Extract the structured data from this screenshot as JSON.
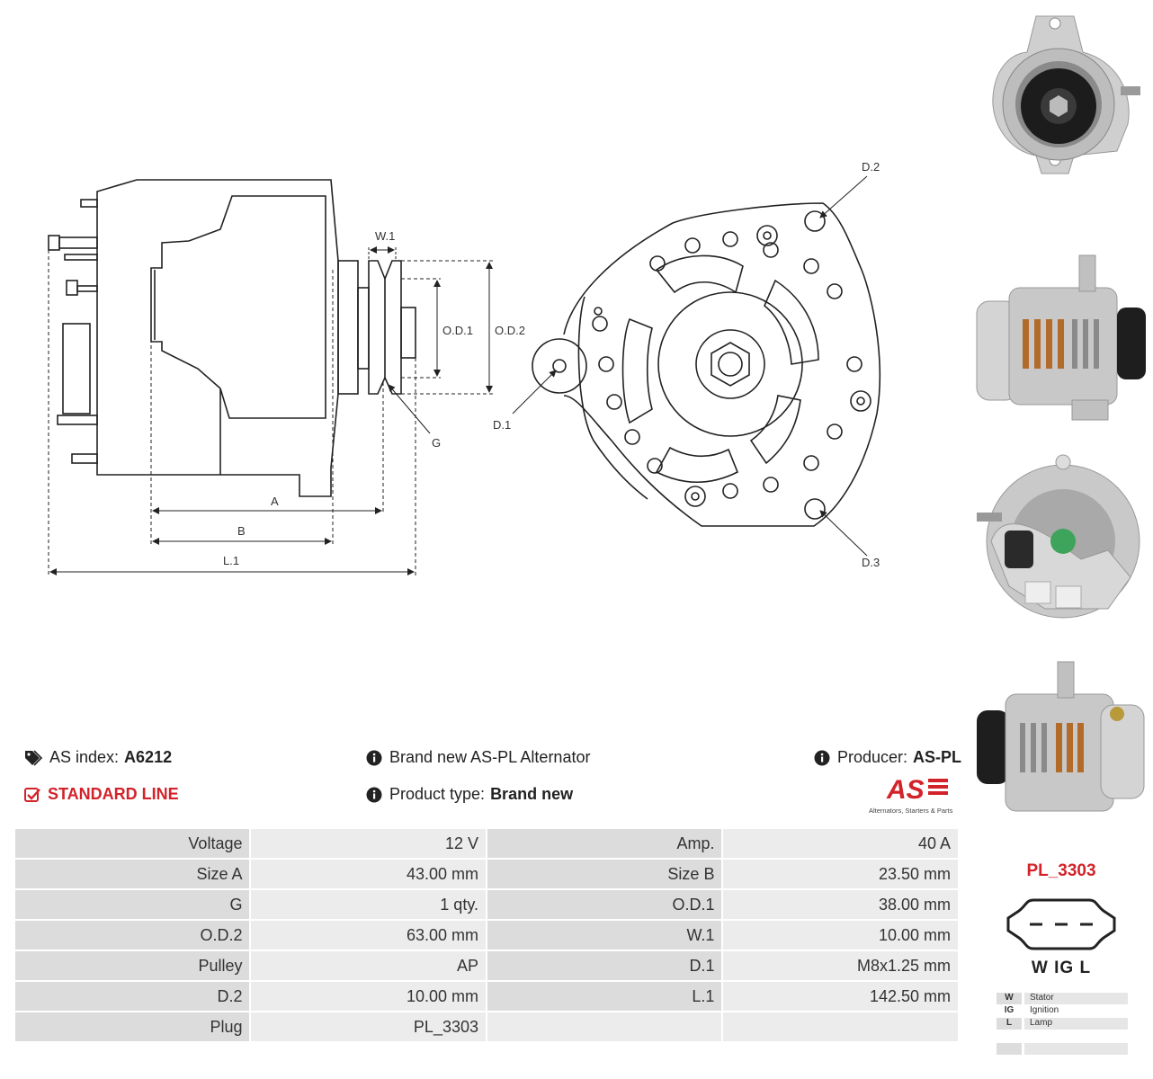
{
  "drawing_labels": {
    "w1": "W.1",
    "od1": "O.D.1",
    "od2": "O.D.2",
    "g": "G",
    "a": "A",
    "b": "B",
    "l1": "L.1",
    "d1": "D.1",
    "d2": "D.2",
    "d3": "D.3"
  },
  "info": {
    "as_index_label": "AS index:",
    "as_index_value": "A6212",
    "standard_line": "STANDARD LINE",
    "brand_new_text": "Brand new AS-PL Alternator",
    "product_type_label": "Product type:",
    "product_type_value": "Brand new",
    "producer_label": "Producer:",
    "producer_value": "AS-PL"
  },
  "logo": {
    "mark": "AS",
    "tagline": "Alternators, Starters & Parts"
  },
  "specs": [
    {
      "l1": "Voltage",
      "v1": "12 V",
      "l2": "Amp.",
      "v2": "40 A"
    },
    {
      "l1": "Size A",
      "v1": "43.00 mm",
      "l2": "Size B",
      "v2": "23.50 mm"
    },
    {
      "l1": "G",
      "v1": "1 qty.",
      "l2": "O.D.1",
      "v2": "38.00 mm"
    },
    {
      "l1": "O.D.2",
      "v1": "63.00 mm",
      "l2": "W.1",
      "v2": "10.00 mm"
    },
    {
      "l1": "Pulley",
      "v1": "AP",
      "l2": "D.1",
      "v2": "M8x1.25 mm"
    },
    {
      "l1": "D.2",
      "v1": "10.00 mm",
      "l2": "L.1",
      "v2": "142.50 mm"
    },
    {
      "l1": "Plug",
      "v1": "PL_3303",
      "l2": "",
      "v2": ""
    }
  ],
  "plug": {
    "title": "PL_3303",
    "pins": "W IG L",
    "legend": [
      {
        "key": "W",
        "desc": "Stator"
      },
      {
        "key": "IG",
        "desc": "Ignition"
      },
      {
        "key": "L",
        "desc": "Lamp"
      }
    ]
  },
  "colors": {
    "accent_red": "#d2232a",
    "table_label_bg": "#dcdcdc",
    "table_value_bg": "#ececec"
  }
}
